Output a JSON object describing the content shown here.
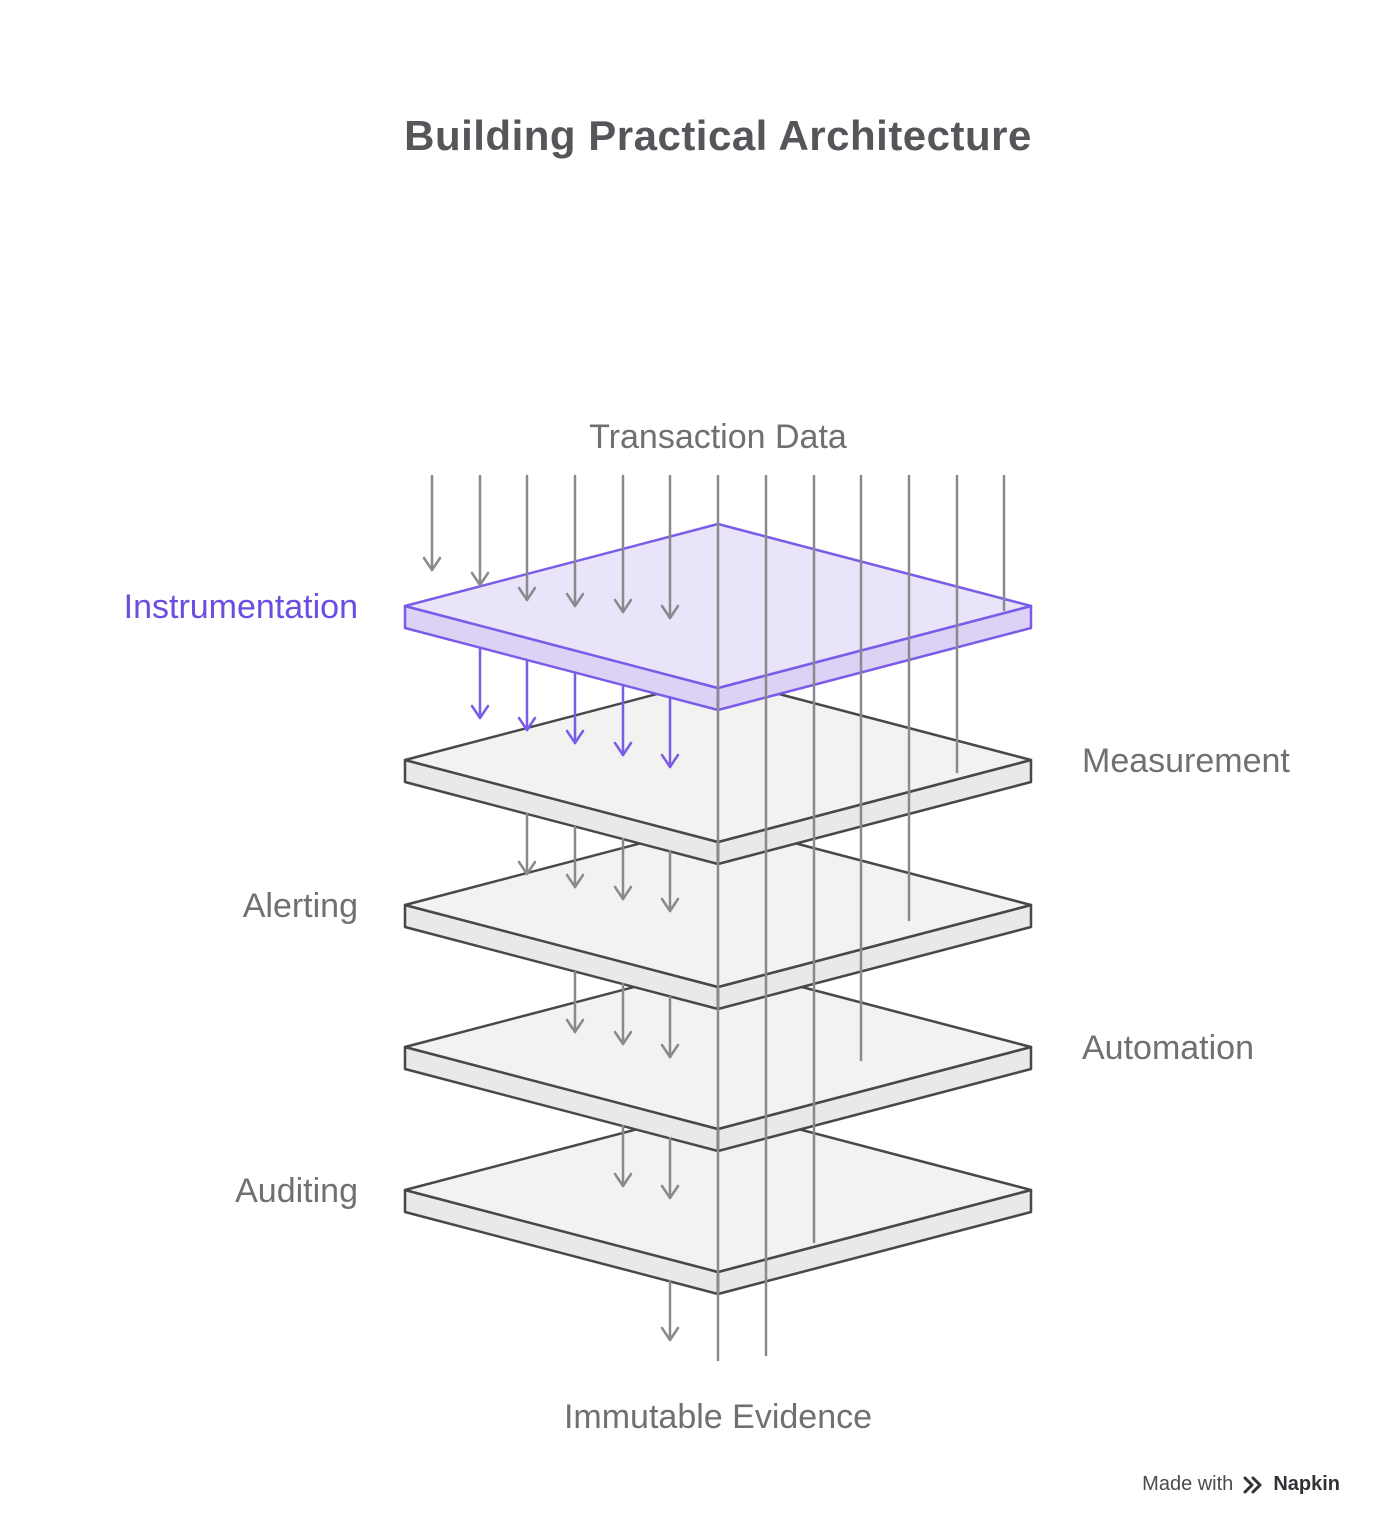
{
  "diagram": {
    "title": "Building Practical Architecture",
    "input_label": "Transaction Data",
    "output_label": "Immutable Evidence",
    "layers": [
      {
        "label": "Instrumentation",
        "side": "left",
        "highlighted": true
      },
      {
        "label": "Measurement",
        "side": "right",
        "highlighted": false
      },
      {
        "label": "Alerting",
        "side": "left",
        "highlighted": false
      },
      {
        "label": "Automation",
        "side": "right",
        "highlighted": false
      },
      {
        "label": "Auditing",
        "side": "left",
        "highlighted": false
      }
    ],
    "colors": {
      "highlight_fill": "#EAE4FA",
      "highlight_side_fill": "#DDD2F6",
      "highlight_stroke": "#7A5CE8",
      "highlight_label": "#6B4DE1",
      "layer_fill": "#F2F2F0",
      "layer_side_fill": "#E9E9E7",
      "layer_stroke": "#47474C",
      "arrow_gray": "#8A8A8E",
      "arrow_purple": "#7A5CE8",
      "label_gray": "#6F7074",
      "title_color": "#55565A"
    }
  },
  "footer": {
    "made_with": "Made with",
    "brand": "Napkin",
    "logo_icon": "double-chevron-icon"
  }
}
